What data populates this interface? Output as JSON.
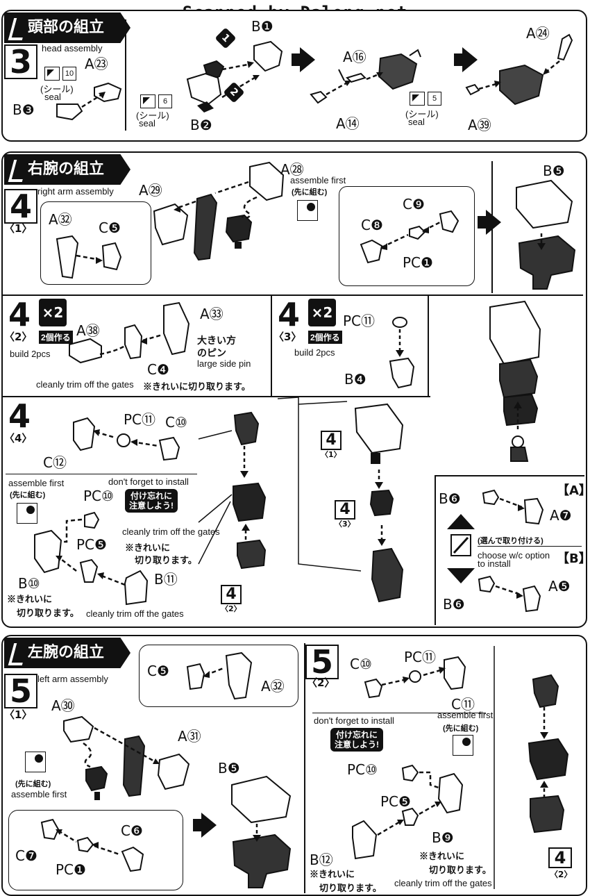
{
  "watermark": "Scanned by Dalong.net",
  "sec3": {
    "title": "頭部の組立",
    "step": "3",
    "caption": "head assembly",
    "seal_jp": "(シール)",
    "seal_en": "seal",
    "seal_a": "10",
    "seal_b": "6",
    "seal_c": "5",
    "order1": "1",
    "order2": "2",
    "parts": {
      "a23": "A㉓",
      "b3": "B❸",
      "b1": "B❶",
      "b2": "B❷",
      "a16": "A⑯",
      "a14": "A⑭",
      "a24": "A㉔",
      "a39": "A㊴"
    }
  },
  "sec4": {
    "title": "右腕の組立",
    "step": "4",
    "sub1": "〈1〉",
    "caption": "right arm assembly",
    "assemble_first_en": "assemble first",
    "assemble_first_jp": "(先に組む)",
    "parts1": {
      "a29": "A㉙",
      "a28": "A㉘",
      "a32": "A㉜",
      "c5": "C❺",
      "c9": "C❾",
      "c8": "C❽",
      "pc1": "PC❶",
      "b5": "B❺"
    },
    "sub2": "〈2〉",
    "x2": "×2",
    "make2_jp": "2個作る",
    "build2_en": "build 2pcs",
    "parts2": {
      "a38": "A㊳",
      "a33": "A㉝",
      "c4": "C❹"
    },
    "pin_jp1": "大きい方",
    "pin_jp2": "のピン",
    "pin_en": "large side pin",
    "trim_en": "cleanly trim off the gates",
    "trim_jp": "※きれいに切り取ります。",
    "sub3": "〈3〉",
    "parts3": {
      "pc11": "PC⑪",
      "b4": "B❹"
    },
    "sub4": "〈4〉",
    "parts4": {
      "pc11": "PC⑪",
      "c10": "C⑩",
      "c12": "C⑫",
      "pc10": "PC⑩",
      "pc5": "PC❺",
      "b10": "B⑩",
      "b11": "B⑪"
    },
    "dont_forget_en": "don't forget to install",
    "dont_forget_jp1": "付け忘れに",
    "dont_forget_jp2": "注意しよう!",
    "trim4_jp1": "※きれいに",
    "trim4_jp2": "切り取ります。",
    "ref_step": "4",
    "ref_sub1": "〈1〉",
    "ref_sub3": "〈3〉",
    "ref_sub2": "〈2〉",
    "option_a": "【A】",
    "option_b": "【B】",
    "option_jp": "(選んで取り付ける)",
    "option_en1": "choose w/c option",
    "option_en2": "to install",
    "partsOpt": {
      "b6a": "B❻",
      "a7": "A❼",
      "b6b": "B❻",
      "a5": "A❺"
    }
  },
  "sec5": {
    "title": "左腕の組立",
    "step": "5",
    "sub1": "〈1〉",
    "sub2": "〈2〉",
    "caption": "left arm assembly",
    "assemble_first_en": "assemble first",
    "assemble_first_jp": "(先に組む)",
    "parts1": {
      "c5": "C❺",
      "a32": "A㉜",
      "a30": "A㉚",
      "a31": "A㉛",
      "c6": "C❻",
      "c7": "C❼",
      "pc1": "PC❶",
      "b5": "B❺"
    },
    "parts2": {
      "c10": "C⑩",
      "pc11": "PC⑪",
      "c11": "C⑪",
      "pc10": "PC⑩",
      "pc5": "PC❺",
      "b9": "B❾",
      "b12": "B⑫"
    },
    "dont_forget_en": "don't forget to install",
    "dont_forget_jp1": "付け忘れに",
    "dont_forget_jp2": "注意しよう!",
    "trim_jp1": "※きれいに",
    "trim_jp2": "切り取ります。",
    "trim_en": "cleanly trim off the gates",
    "ref_step": "4",
    "ref_sub": "〈2〉"
  }
}
